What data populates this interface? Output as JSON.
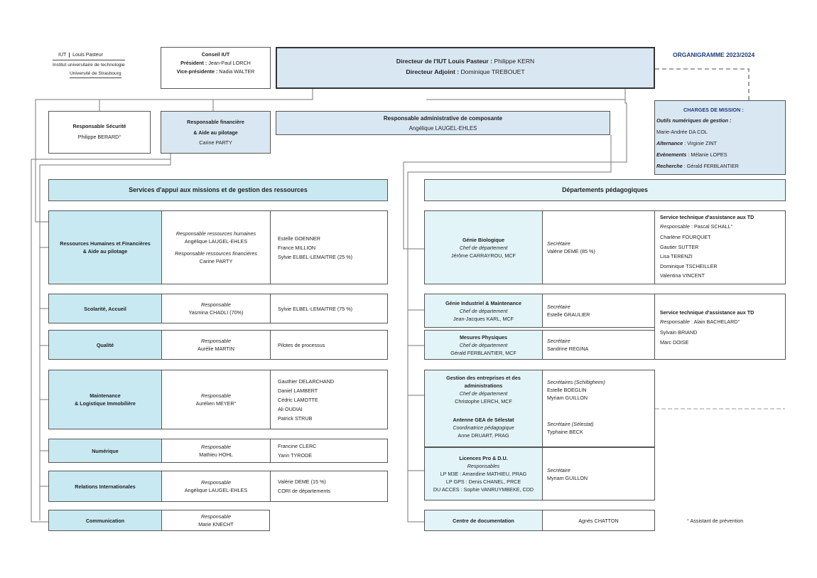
{
  "logo": {
    "line1a": "IUT",
    "line1b": "Louis Pasteur",
    "line2": "Institut universitaire de technologie",
    "line3": "Université de Strasbourg"
  },
  "title": "ORGANIGRAMME 2023/2024",
  "conseil": {
    "title": "Conseil IUT",
    "president_label": "Président :",
    "president": "Jean-Paul LORCH",
    "vp_label": "Vice-présidente :",
    "vp": "Nadia WALTER"
  },
  "directeur": {
    "label1": "Directeur de l'IUT Louis Pasteur :",
    "name1": "Philippe KERN",
    "label2": "Directeur Adjoint :",
    "name2": "Dominique TREBOUET"
  },
  "securite": {
    "title": "Responsable Sécurité",
    "name": "Philippe BERARD°"
  },
  "financiere": {
    "title1": "Responsable financière",
    "title2": "& Aide au pilotage",
    "name": "Carine PARTY"
  },
  "admin": {
    "title": "Responsable administrative de composante",
    "name": "Angélique LAUGEL-EHLES"
  },
  "charges": {
    "title": "CHARGES DE MISSION :",
    "items": [
      {
        "label": "Outils numériques de gestion :",
        "value": ""
      },
      {
        "label": "",
        "value": "Marie-Andrée DA COL"
      },
      {
        "label": "Alternance",
        "value": ": Virginie ZINT"
      },
      {
        "label": "Evènements",
        "value": ": Mélanie LOPES"
      },
      {
        "label": "Recherche",
        "value": ": Gérald FERBLANTIER"
      }
    ]
  },
  "services": {
    "header": "Services d'appui aux missions et de gestion des ressources",
    "rows": [
      {
        "name": "Ressources Humaines et Financières\n& Aide au pilotage",
        "mid": [
          [
            "i",
            "Responsable ressources humaines"
          ],
          [
            "n",
            "Angélique LAUGEL-EHLES"
          ],
          [
            "s",
            ""
          ],
          [
            "i",
            "Responsable ressources financières"
          ],
          [
            "n",
            "Carine PARTY"
          ]
        ],
        "right": [
          "Estelle GOENNER",
          "France MILLION",
          "Sylvie ELBEL-LEMAITRE (25 %)"
        ]
      },
      {
        "name": "Scolarité, Accueil",
        "mid": [
          [
            "i",
            "Responsable"
          ],
          [
            "n",
            "Yasmina CHADLI (70%)"
          ]
        ],
        "right": [
          "Sylvie ELBEL-LEMAITRE (75 %)"
        ]
      },
      {
        "name": "Qualité",
        "mid": [
          [
            "i",
            "Responsable"
          ],
          [
            "n",
            "Aurélie MARTIN"
          ]
        ],
        "right": [
          "Pilotes de processus"
        ]
      },
      {
        "name": "Maintenance\n& Logistique Immobilière",
        "mid": [
          [
            "i",
            "Responsable"
          ],
          [
            "n",
            "Aurélien MEYER°"
          ]
        ],
        "right": [
          "Gauthier DELARCHAND",
          "Daniel LAMBERT",
          "Cédric LAMOTTE",
          "Ali OUDIAI",
          "Patrick STRUB"
        ]
      },
      {
        "name": "Numérique",
        "mid": [
          [
            "i",
            "Responsable"
          ],
          [
            "n",
            "Mathieu HOHL"
          ]
        ],
        "right": [
          "Francine CLERC",
          "Yann TYRODE"
        ]
      },
      {
        "name": "Relations Internationales",
        "mid": [
          [
            "i",
            "Responsable"
          ],
          [
            "n",
            "Angélique LAUGEL-EHLES"
          ]
        ],
        "right": [
          "Valérie DEME (15 %)",
          "CORI de départements"
        ]
      },
      {
        "name": "Communication",
        "mid": [
          [
            "i",
            "Responsable"
          ],
          [
            "n",
            "Marie KNECHT"
          ]
        ],
        "right": []
      }
    ]
  },
  "departements": {
    "header": "Départements pédagogiques",
    "rows": [
      {
        "name": "Génie Biologique",
        "role": "Chef de département",
        "person": "Jérôme CARRAYROU, MCF",
        "sec_label": "Secrétaire",
        "sec": [
          "Valérie DEME (85 %)"
        ]
      },
      {
        "name": "Génie Industriel & Maintenance",
        "role": "Chef de département",
        "person": "Jean-Jacques KARL, MCF",
        "sec_label": "Secrétaire",
        "sec": [
          "Estelle GRAULIER"
        ]
      },
      {
        "name": "Mesures Physiques",
        "role": "Chef de département",
        "person": "Gérald FERBLANTIER, MCF",
        "sec_label": "Secrétaire",
        "sec": [
          "Sandrine REGINA"
        ]
      },
      {
        "name": "Gestion des entreprises et des\nadministrations",
        "role": "Chef de département",
        "person": "Christophe LERCH, MCF",
        "sec_label": "Secrétaires (Schiltigheim)",
        "sec": [
          "Estelle BOEGLIN",
          "Myriam GUILLON"
        ]
      },
      {
        "name": "Antenne GEA de Sélestat",
        "role": "Coordinatrice pédagogique",
        "person": "Anne DRUART, PRAG",
        "sec_label": "Secrétaire (Sélestat)",
        "sec": [
          "Typhaine BECK"
        ]
      },
      {
        "name": "Licences Pro & D.U.",
        "role": "Responsables",
        "person": "LP M3E : Amandine MATHIEU, PRAG\nLP GPS : Denis CHANEL, PRCE\nDU ACCES : Sophie VANRUYMBEKE, CDD",
        "sec_label": "Secrétaire",
        "sec": [
          "Myriam GUILLON"
        ]
      },
      {
        "name": "Centre de documentation",
        "role": "",
        "person": "",
        "sec_label": "",
        "sec": [
          "Agnès CHATTON"
        ]
      }
    ]
  },
  "tech1": {
    "title": "Service technique d'assistance aux TD",
    "resp_label": "Responsable",
    "resp": ": Pascal SCHALL°",
    "members": [
      "Charlène FOURQUET",
      "Gautier SUTTER",
      "Lisa TERENZI",
      "Dominique TSCHEILLER",
      "Valentina VINCENT"
    ]
  },
  "tech2": {
    "title": "Service technique d'assistance aux TD",
    "resp_label": "Responsable",
    "resp": ": Alain BACHELARD°",
    "members": [
      "Sylvain BRIAND",
      "Marc DOISE"
    ]
  },
  "footnote": "° Assistant de prévention"
}
